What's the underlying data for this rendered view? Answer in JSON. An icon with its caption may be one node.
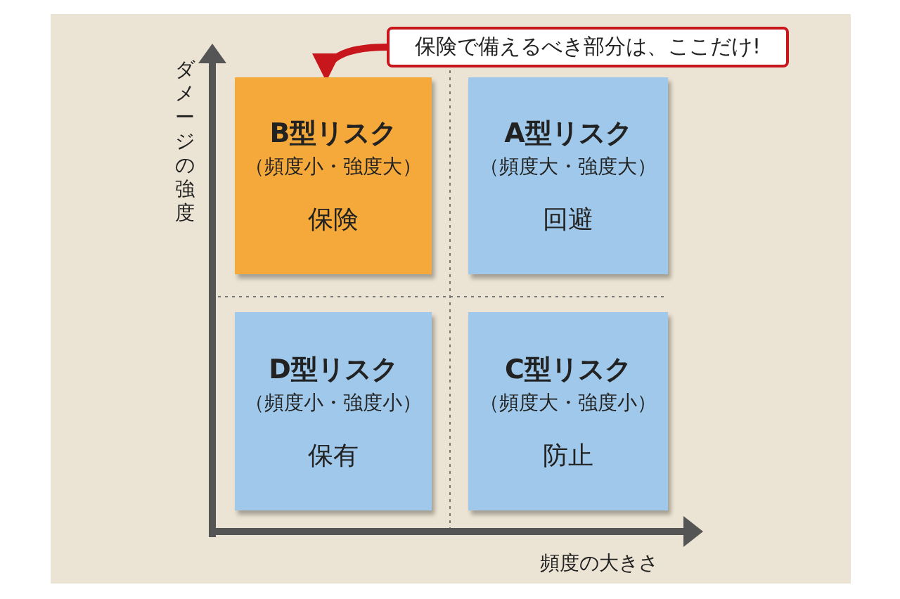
{
  "diagram": {
    "nodes": [
      {
        "text": [
          "保険で備えるべき部分は、ここだけ!"
        ]
      },
      {
        "text": [
          "B型リスク",
          "（頻度小・強度大）",
          "保険"
        ]
      },
      {
        "text": [
          "A型リスク",
          "（頻度大・強度大）",
          "回避"
        ]
      },
      {
        "text": [
          "D型リスク",
          "（頻度小・強度小）",
          "保有"
        ]
      },
      {
        "text": [
          "C型リスク",
          "（頻度大・強度小）",
          "防止"
        ]
      }
    ],
    "edges": [
      {
        "from": 0,
        "to": 1,
        "arrow": "to"
      }
    ],
    "labels": [
      "ダメージの強度",
      "頻度の大きさ"
    ]
  }
}
